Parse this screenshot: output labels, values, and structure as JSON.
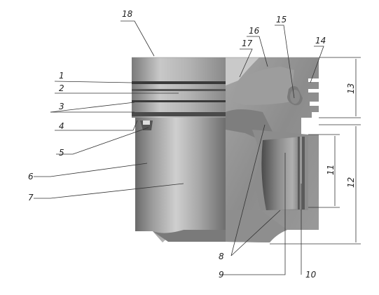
{
  "labels": {
    "l1": "1",
    "l2": "2",
    "l3": "3",
    "l4": "4",
    "l5": "5",
    "l6": "6",
    "l7": "7",
    "l8": "8",
    "l9": "9",
    "l10": "10",
    "l11": "11",
    "l12": "12",
    "l13": "13",
    "l14": "14",
    "l15": "15",
    "l16": "16",
    "l17": "17",
    "l18": "18"
  },
  "colors": {
    "metal_light": "#c4c4c4",
    "metal_mid": "#8e8e8e",
    "metal_dark": "#5a5a5a",
    "groove": "#3a3a3a",
    "line": "#333333"
  }
}
